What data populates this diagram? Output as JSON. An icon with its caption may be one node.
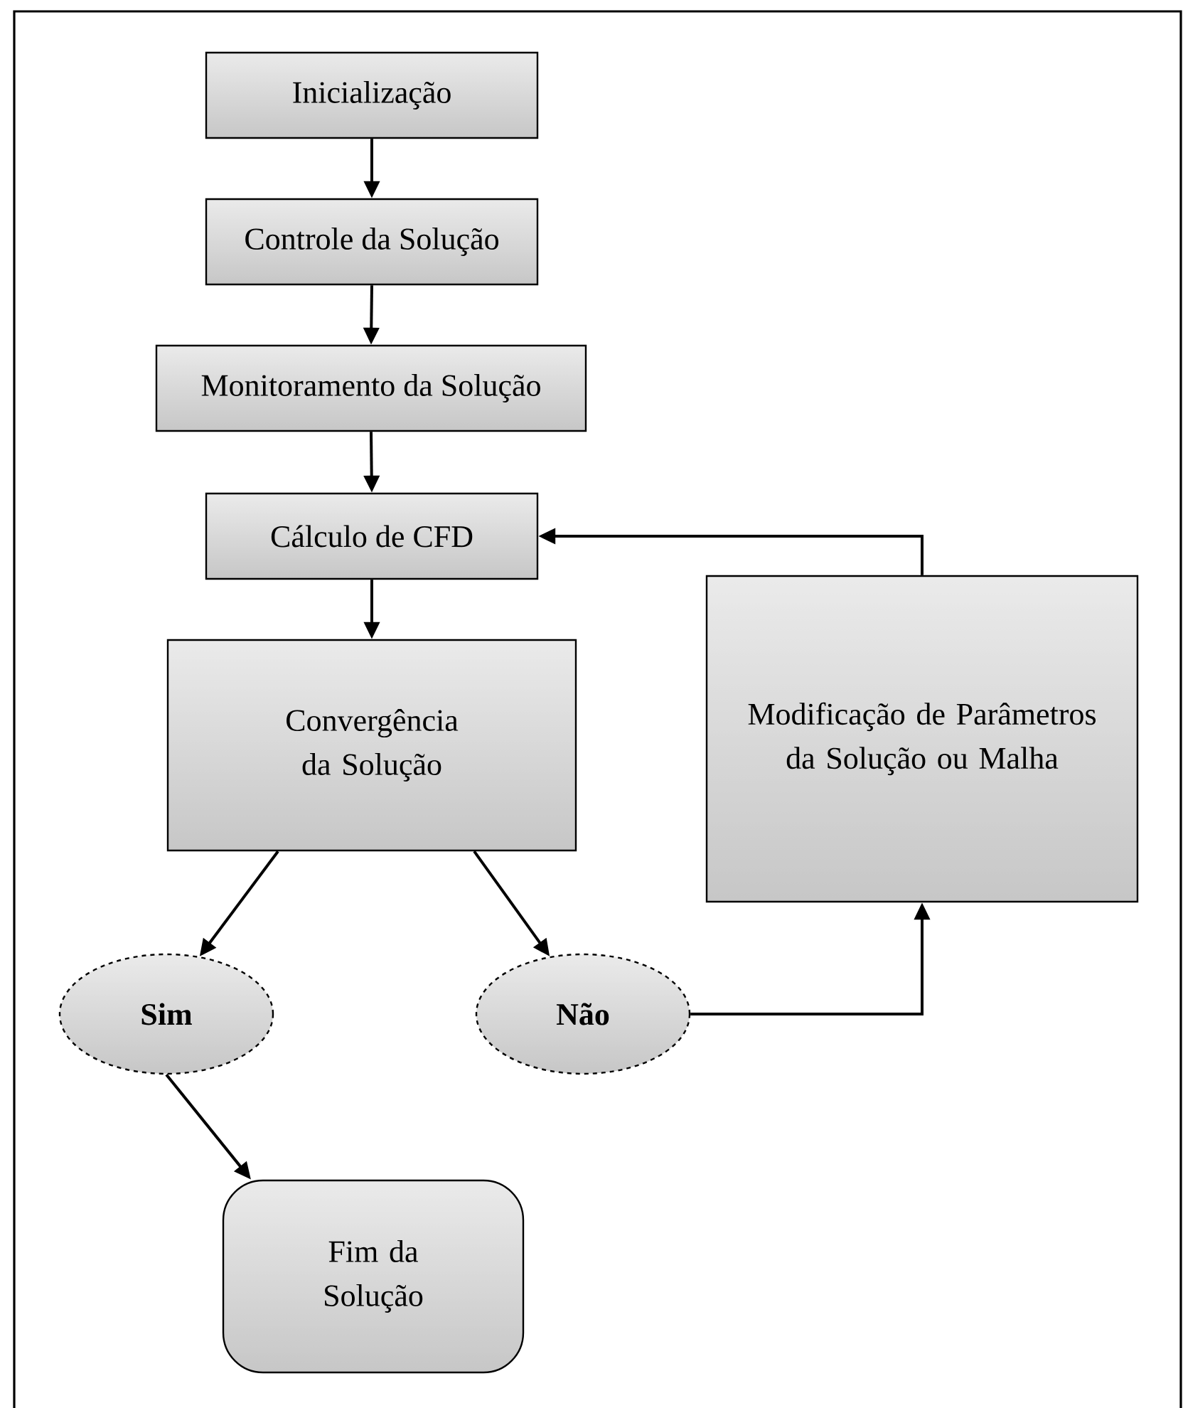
{
  "diagram": {
    "nodes": [
      {
        "text": [
          "Inicialização"
        ]
      },
      {
        "text": [
          "Controle da Solução"
        ]
      },
      {
        "text": [
          "Monitoramento da Solução"
        ]
      },
      {
        "text": [
          "Cálculo de CFD"
        ]
      },
      {
        "text": [
          "Convergência da Solução"
        ]
      },
      {
        "text": [
          "Modificação de Parâmetros da Solução ou Malha"
        ]
      },
      {
        "text": [
          "Sim"
        ]
      },
      {
        "text": [
          "Não"
        ]
      },
      {
        "text": [
          "Fim da Solução"
        ]
      }
    ],
    "edges": [
      {
        "from": 0,
        "to": 1,
        "arrow": "to"
      },
      {
        "from": 1,
        "to": 2,
        "arrow": "to"
      },
      {
        "from": 2,
        "to": 3,
        "arrow": "to"
      },
      {
        "from": 3,
        "to": 4,
        "arrow": "to"
      },
      {
        "from": 4,
        "to": 6,
        "arrow": "to"
      },
      {
        "from": 4,
        "to": 7,
        "arrow": "to"
      },
      {
        "from": 6,
        "to": 8,
        "arrow": "to"
      },
      {
        "from": 7,
        "to": 5,
        "arrow": "to"
      },
      {
        "from": 5,
        "to": 3,
        "arrow": "to"
      }
    ]
  }
}
